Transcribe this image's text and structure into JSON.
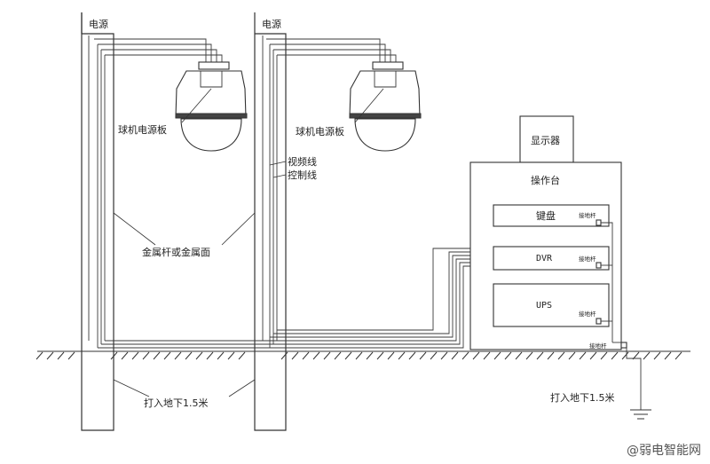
{
  "labels": {
    "power_left": "电源",
    "power_right": "电源",
    "camera_board_left": "球机电源板",
    "camera_board_right": "球机电源板",
    "video_line": "视频线",
    "control_line": "控制线",
    "metal_pole": "金属杆或金属面",
    "bury_left": "打入地下1.5米",
    "bury_right": "打入地下1.5米",
    "monitor": "显示器",
    "console": "操作台",
    "keyboard": "键盘",
    "dvr": "DVR",
    "ups": "UPS",
    "ground_terminal_1": "接地杆",
    "ground_terminal_2": "接地杆",
    "ground_terminal_3": "接地杆",
    "ground_terminal_4": "接地杆"
  },
  "watermark": "@弱电智能网",
  "colors": {
    "line": "#333333",
    "background": "#ffffff"
  }
}
